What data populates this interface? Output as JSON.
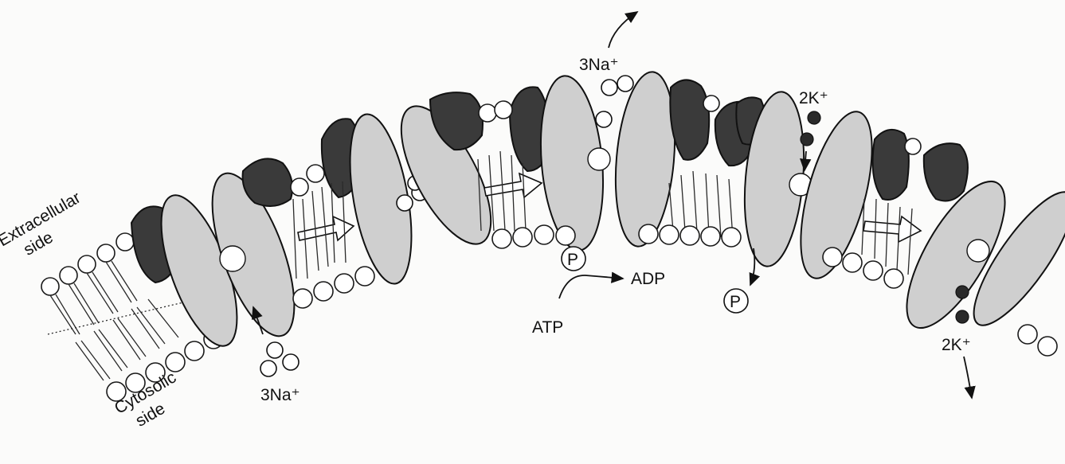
{
  "labels": {
    "extracellular_side": [
      "Extracellular",
      "side"
    ],
    "cytosolic_side": [
      "Cytosolic",
      "side"
    ],
    "na_top": "3Na⁺",
    "na_bottom": "3Na⁺",
    "k_top": "2K⁺",
    "k_bottom": "2K⁺",
    "phosphate_1": "P",
    "phosphate_2": "P",
    "atp": "ATP",
    "adp": "ADP"
  },
  "colors": {
    "background": "#fbfbfa",
    "protein_light": "#cfcfcf",
    "protein_dark": "#3a3a3a",
    "outline": "#111111",
    "potassium_ion": "#2a2a2a"
  }
}
